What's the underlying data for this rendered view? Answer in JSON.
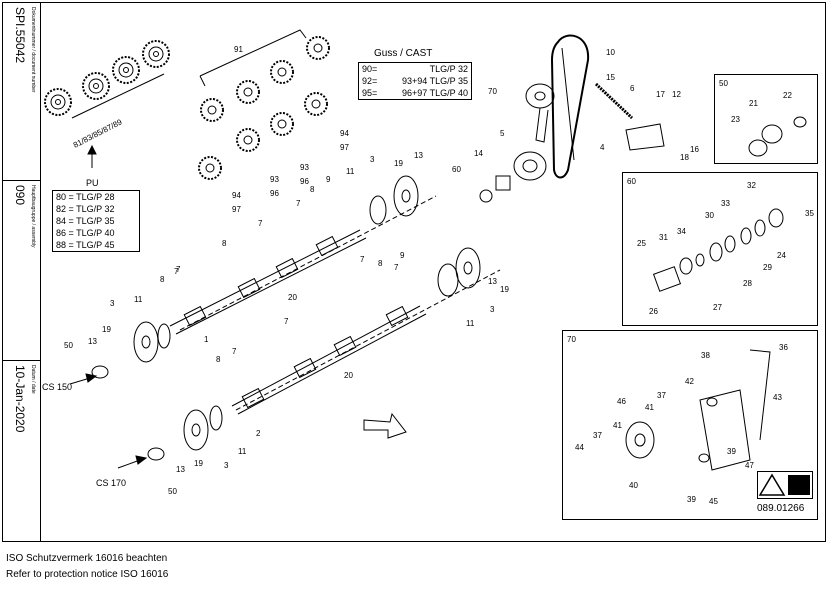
{
  "sidebar": {
    "doc_number_caption": "Dokumentnummer / document number",
    "doc_number": "SPI.55042",
    "group_caption": "Hauptbaugruppe / assembly",
    "group": "090",
    "date_caption": "Datum / date",
    "date": "10-Jan-2020"
  },
  "cast_table": {
    "title": "Guss / CAST",
    "rows": [
      {
        "code": "90=",
        "value": "TLG/P 32"
      },
      {
        "code": "92=",
        "value": "93+94 TLG/P 35"
      },
      {
        "code": "95=",
        "value": "96+97 TLG/P 40"
      }
    ]
  },
  "pu_table": {
    "title": "PU",
    "rows": [
      "80 = TLG/P 28",
      "82 = TLG/P 32",
      "84 = TLG/P 35",
      "86 = TLG/P 40",
      "88 = TLG/P 45"
    ]
  },
  "sprocket_set_label": "81/83/85/87/89",
  "callouts": [
    "91",
    "94",
    "97",
    "93",
    "96",
    "94",
    "97",
    "93",
    "96",
    "10",
    "15",
    "6",
    "17",
    "12",
    "70",
    "5",
    "4",
    "18",
    "16",
    "14",
    "60",
    "3",
    "19",
    "13",
    "11",
    "9",
    "8",
    "7",
    "7",
    "8",
    "7",
    "3",
    "11",
    "1",
    "19",
    "13",
    "50",
    "20",
    "8",
    "7",
    "9",
    "7",
    "8",
    "7",
    "13",
    "19",
    "3",
    "11",
    "7",
    "20",
    "8",
    "7",
    "2",
    "11",
    "3",
    "19",
    "13",
    "50"
  ],
  "drive_labels": {
    "cs150": "CS 150",
    "cs170": "CS 170"
  },
  "detail_50": {
    "title": "50",
    "callouts": [
      "22",
      "21",
      "23"
    ]
  },
  "detail_60": {
    "title": "60",
    "callouts": [
      "32",
      "33",
      "35",
      "30",
      "34",
      "25",
      "31",
      "24",
      "29",
      "28",
      "26",
      "27"
    ]
  },
  "detail_70": {
    "title": "70",
    "callouts": [
      "36",
      "38",
      "43",
      "42",
      "46",
      "41",
      "37",
      "37",
      "41",
      "44",
      "39",
      "47",
      "40",
      "39",
      "45"
    ],
    "sticker_code": "089.01266"
  },
  "footer": {
    "line1": "ISO Schutzvermerk 16016 beachten",
    "line2": "Refer to protection notice ISO 16016"
  }
}
